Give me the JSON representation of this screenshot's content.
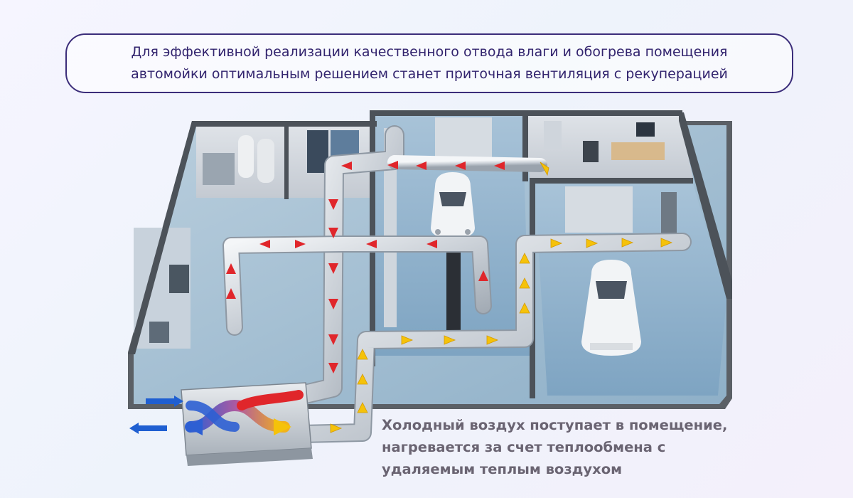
{
  "headline": {
    "line1": "Для эффективной реализации качественного отвода влаги и обогрева помещения",
    "line2": "автомойки оптимальным решением станет приточная вентиляция с рекуперацией"
  },
  "caption": {
    "line1": "Холодный воздух поступает в помещение,",
    "line2": "нагревается за счет теплообмена с",
    "line3": "удаляемым теплым воздухом"
  },
  "colors": {
    "warm_flow": "#e0262b",
    "fresh_flow": "#f5c20a",
    "cold_flow": "#1f5fd1",
    "text_primary": "#32246e",
    "text_secondary": "#6a6472"
  },
  "icons": {
    "recuperator": "heat-recovery-unit-icon",
    "car": "car-icon",
    "flow_arrow": "arrow-icon"
  }
}
